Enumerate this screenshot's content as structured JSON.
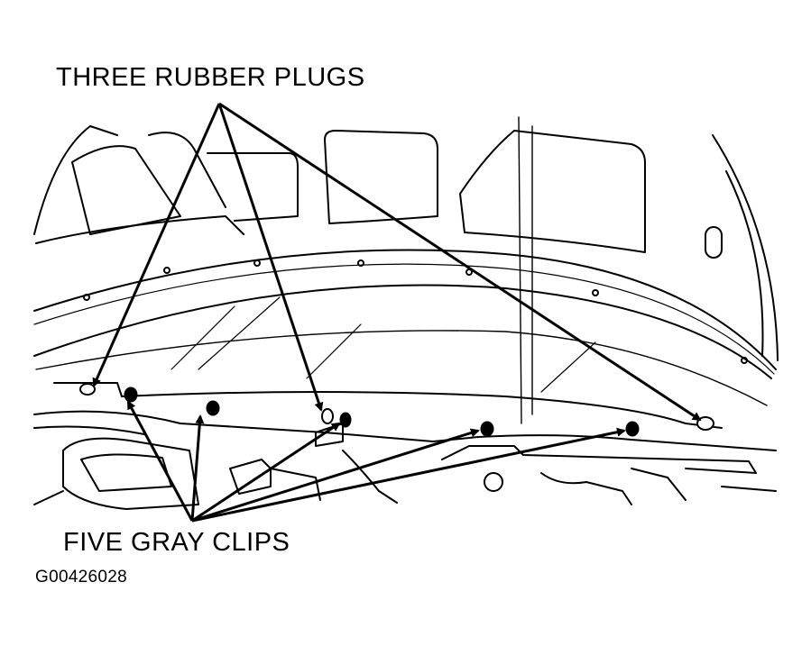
{
  "labels": {
    "rubber_plugs": "THREE RUBBER PLUGS",
    "gray_clips": "FIVE GRAY CLIPS",
    "figure_code": "G00426028"
  },
  "colors": {
    "ink": "#000000",
    "paper": "#ffffff"
  }
}
